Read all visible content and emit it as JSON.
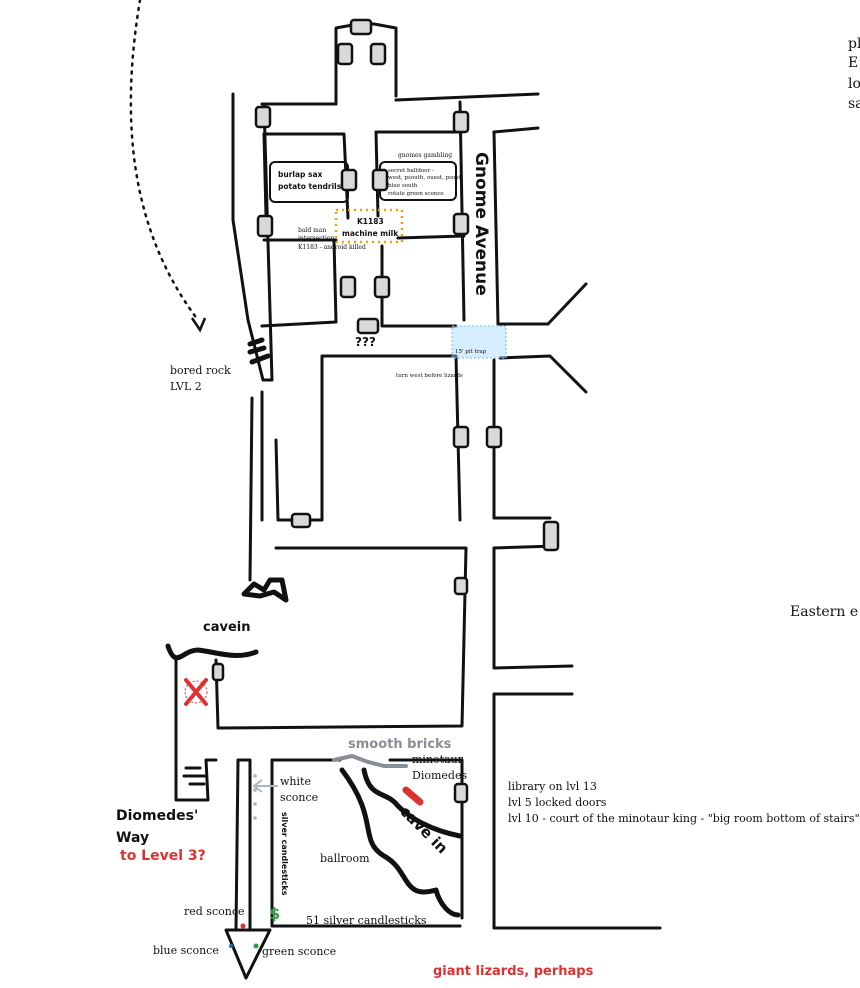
{
  "labels": {
    "edge_top_right": [
      "pl",
      "E",
      "lo",
      "sa"
    ],
    "gnome_avenue": "Gnome Avenue",
    "burlap": [
      "burlap sax",
      "potato tendrils"
    ],
    "gnomes_gambling": "gnomes gambling",
    "secret_balldoor": [
      "secret balldoor -",
      "west, psouth, ouest, psout",
      "blue south",
      "rotate green sconce"
    ],
    "k1183_title": "K1183",
    "machine_milk": "machine milk",
    "bald_man": [
      "bald man",
      "intersection",
      "K1183 - android killed"
    ],
    "question_marks": "???",
    "pit_trap": "15' pit trap",
    "turn_west": "turn west before lizards",
    "bored_rock": [
      "bored rock",
      "LVL 2"
    ],
    "eastern_edge": "Eastern e",
    "cavein": "cavein",
    "smooth_bricks": "smooth bricks",
    "minotaur": [
      "minotaur",
      "Diomedes"
    ],
    "cave_in": "cave in",
    "white_sconce": [
      "white",
      "sconce"
    ],
    "silver_candlesticks_vertical": "silver candlesticks",
    "ballroom": "ballroom",
    "diomedes_way": [
      "Diomedes'",
      "Way"
    ],
    "to_level_3": "to Level 3?",
    "red_sconce": "red sconce",
    "blue_sconce": "blue sconce",
    "green_sconce": "green sconce",
    "fifty_one_candlesticks": "51 silver candlesticks",
    "library_notes": [
      "library on lvl 13",
      "lvl 5 locked doors",
      "lvl 10 - court of the minotaur king - \"big room bottom of stairs\""
    ],
    "giant_lizards": "giant lizards, perhaps",
    "dollar": "$"
  },
  "colors": {
    "wall": "#111111",
    "door_fill": "#d9d9d9",
    "red_ink": "#e03131",
    "orange_dots": "#f59f00",
    "pit_blue": "#a5d8ff",
    "gray_arrow": "#adb5bd",
    "green_ink": "#2f9e44",
    "blue_dot": "#1971c2",
    "smooth_bricks_gray": "#868e96"
  }
}
